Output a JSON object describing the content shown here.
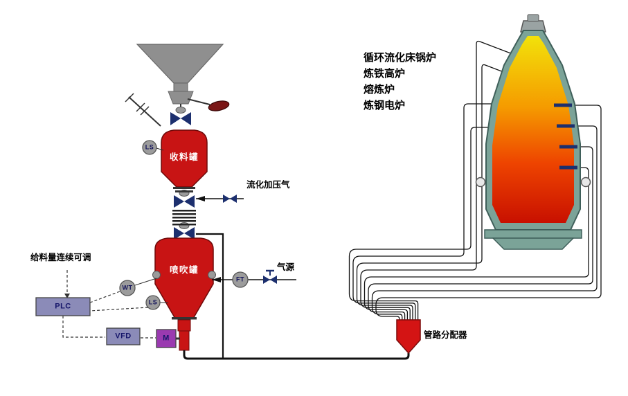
{
  "labels": {
    "feed_note": "给料量连续可调",
    "plc": "PLC",
    "vfd": "VFD",
    "motor": "M",
    "ls_upper": "LS",
    "ls_lower": "LS",
    "wt": "WT",
    "ft": "FT",
    "receiving_tank": "收料罐",
    "injection_tank": "喷吹罐",
    "fluidization_gas": "流化加压气",
    "gas_source": "气源",
    "distributor": "管路分配器",
    "applications": [
      "循环流化床锅炉",
      "炼铁高炉",
      "熔炼炉",
      "炼钢电炉"
    ]
  },
  "colors": {
    "vessel_red": "#c81414",
    "distributor_red": "#d41414",
    "valve_navy": "#1c2f6e",
    "funnel_gray": "#8f8f8f",
    "instrument_gray": "#9c9c9c",
    "control_box": "#8b8bb8",
    "motor_purple": "#9a3ab0",
    "furnace_wall": "#7ba398",
    "flame_top": "#f2e20a",
    "flame_mid": "#f59b00",
    "flame_low": "#ee4400",
    "flame_deep": "#c81000"
  }
}
